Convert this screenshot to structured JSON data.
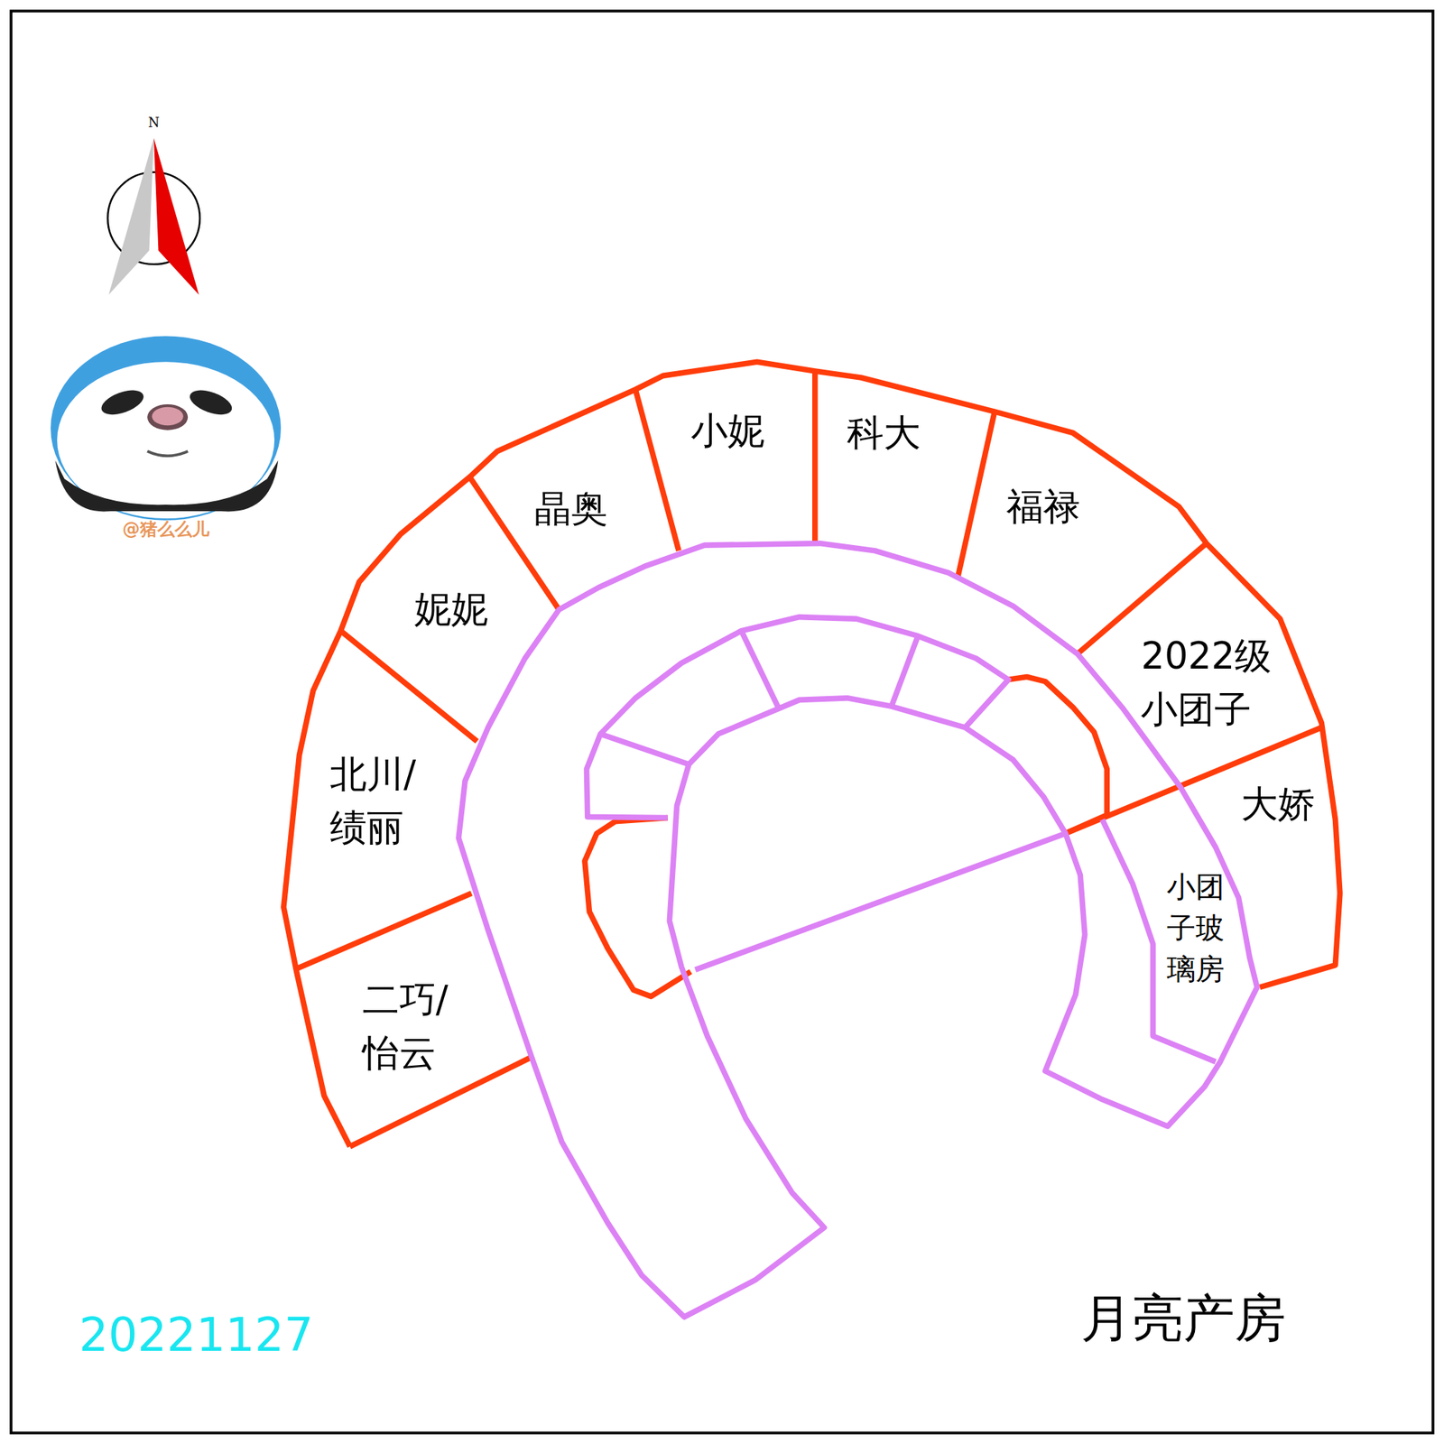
{
  "diagram": {
    "title": "月亮产房",
    "nodes": [
      {
        "text": [
          "二巧/ 怡云"
        ]
      },
      {
        "text": [
          "北川/ 绩丽"
        ]
      },
      {
        "text": [
          "妮妮"
        ]
      },
      {
        "text": [
          "晶奥"
        ]
      },
      {
        "text": [
          "小妮"
        ]
      },
      {
        "text": [
          "科大"
        ]
      },
      {
        "text": [
          "福禄"
        ]
      },
      {
        "text": [
          "2022级 小团子"
        ]
      },
      {
        "text": [
          "大娇"
        ]
      },
      {
        "text": [
          "小团 子玻 璃房"
        ]
      }
    ],
    "labels": [
      "N",
      "@猪么么儿",
      "20221127"
    ]
  }
}
